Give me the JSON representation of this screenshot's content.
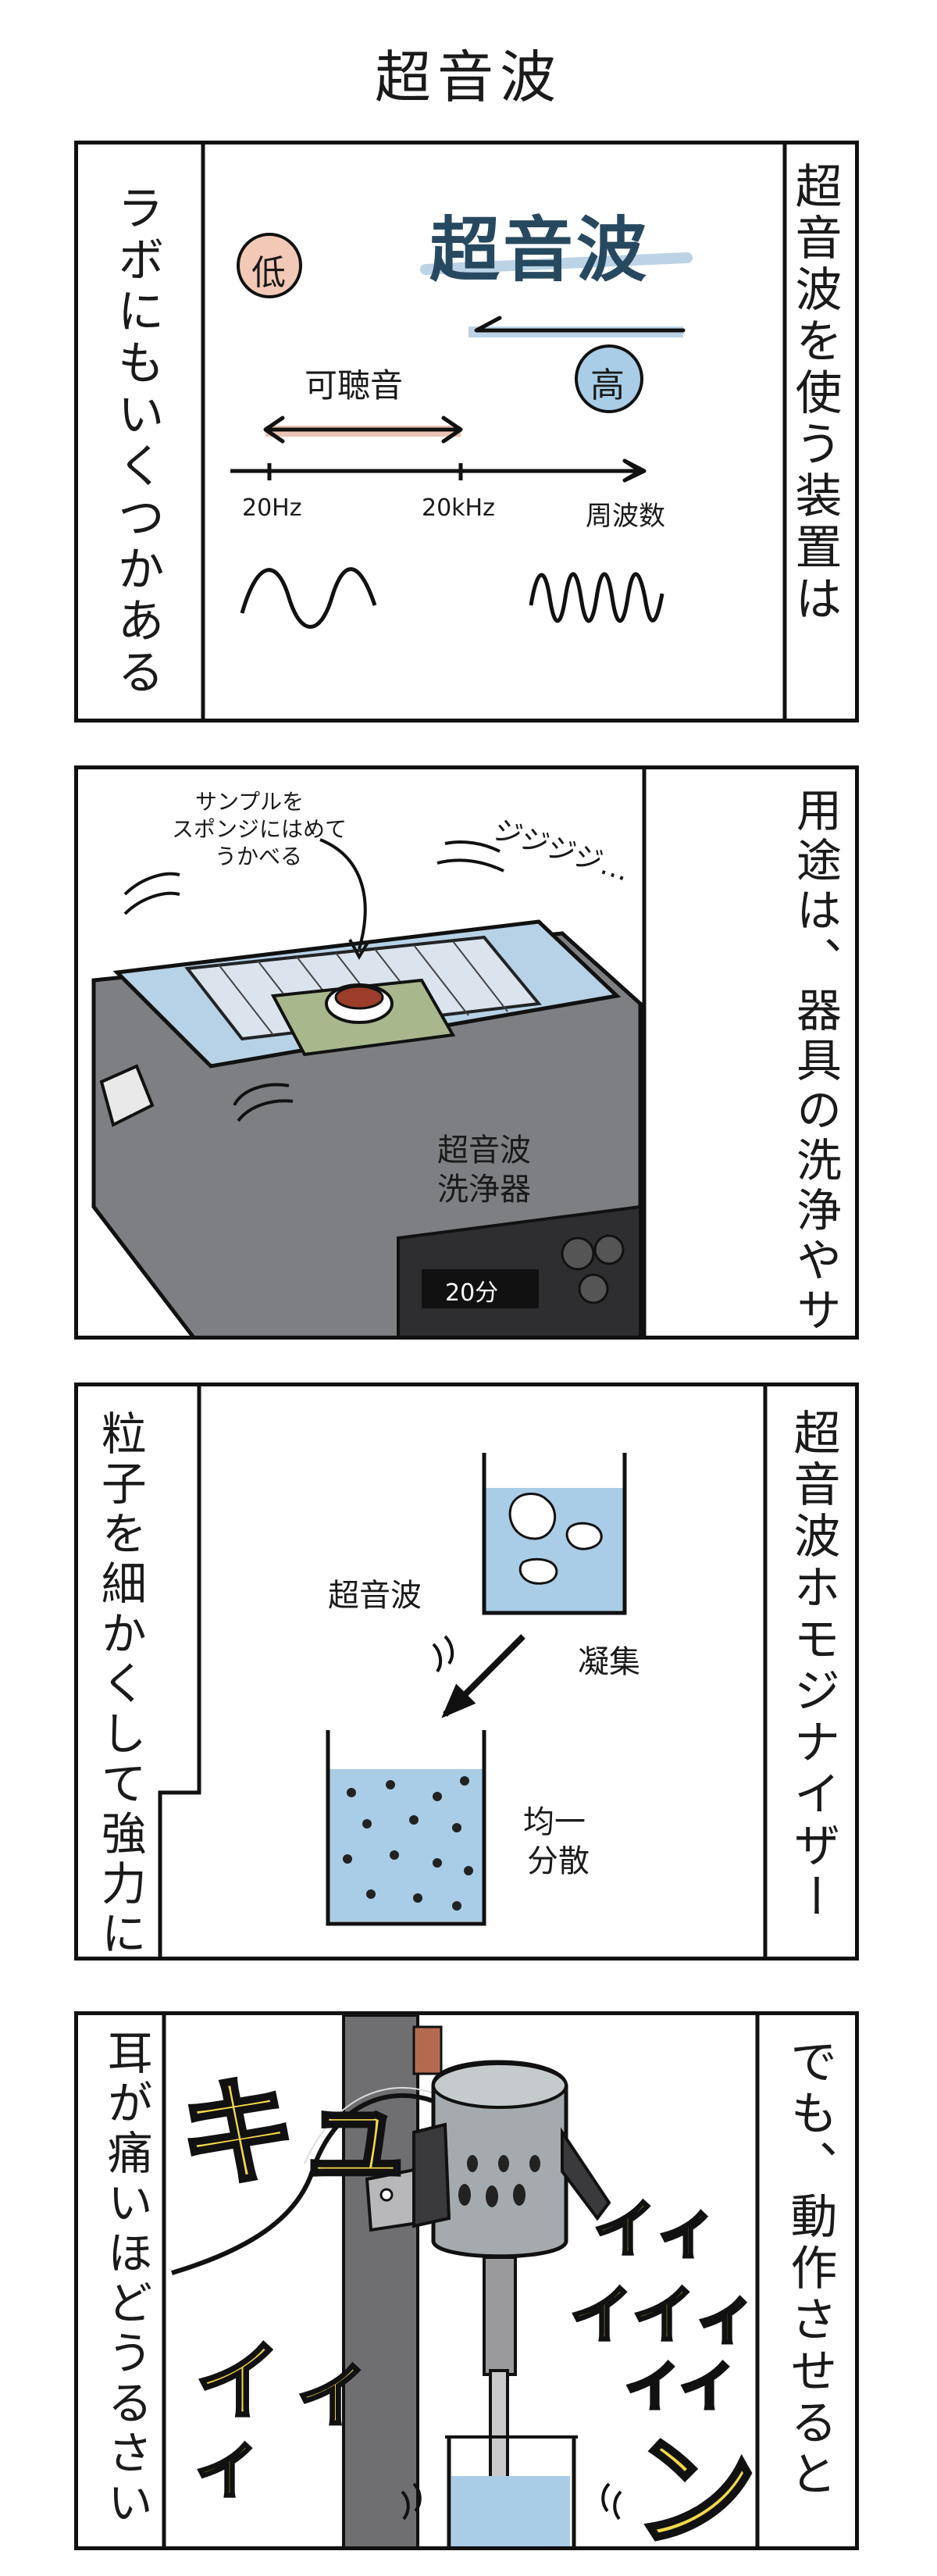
{
  "title": "超音波",
  "panel1": {
    "right_caption": "超音波を使う装置は",
    "left_caption": "ラボにもいくつかある",
    "header": "超音波",
    "low_badge": "低",
    "high_badge": "高",
    "audible_label": "可聴音",
    "tick_20hz": "20Hz",
    "tick_20khz": "20kHz",
    "axis_label": "周波数"
  },
  "panel2": {
    "right_caption": "用途は、器具の洗浄やサンプルの溶解、分散など",
    "note_line1": "サンプルを",
    "note_line2": "スポンジにはめて",
    "note_line3": "うかべる",
    "sound": "ジジジジ…",
    "machine_label_line1": "超音波",
    "machine_label_line2": "洗浄器",
    "timer": "20分"
  },
  "panel3": {
    "right_caption": "超音波ホモジナイザー",
    "left_caption": "粒子を細かくして強力に均一分散させる",
    "ultrasound_label": "超音波",
    "aggregate_label": "凝集",
    "uniform_label_line1": "均一",
    "uniform_label_line2": "分散"
  },
  "panel4": {
    "right_caption": "でも、動作させると",
    "left_caption": "耳が痛いほどうるさい",
    "sfx_big": "キュ",
    "sfx_i1": "イ",
    "sfx_i2": "イ",
    "sfx_i3": "イ",
    "sfx_right1": "イィ",
    "sfx_right2": "イイィ",
    "sfx_right3": "イイ",
    "sfx_n": "ン"
  }
}
